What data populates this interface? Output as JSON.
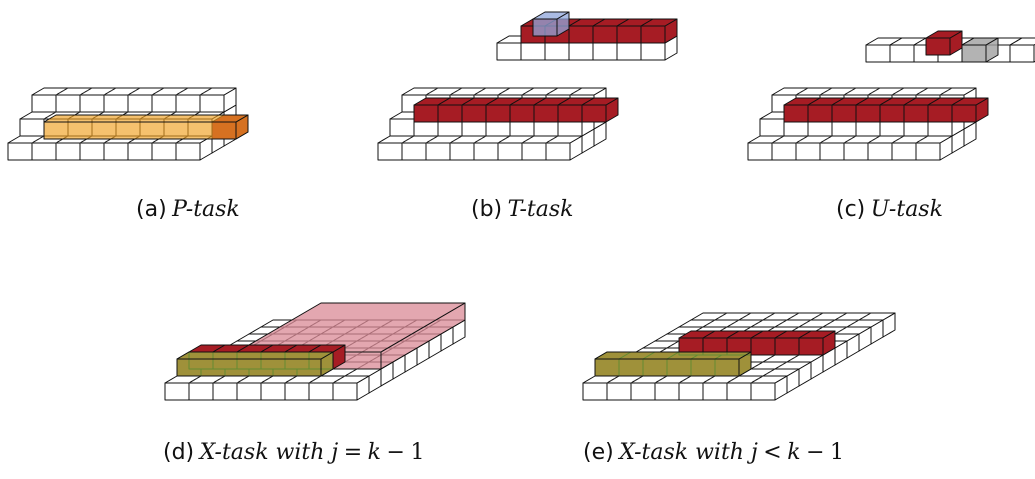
{
  "panels": [
    {
      "id": "a",
      "label": "(a)",
      "caption": [
        "P-task"
      ]
    },
    {
      "id": "b",
      "label": "(b)",
      "caption": [
        "T-task"
      ]
    },
    {
      "id": "c",
      "label": "(c)",
      "caption": [
        "U-task"
      ]
    },
    {
      "id": "d",
      "label": "(d)",
      "caption": [
        "X-task with j",
        "=",
        "k",
        "−",
        "1"
      ]
    },
    {
      "id": "e",
      "label": "(e)",
      "caption": [
        "X-task with j",
        "<",
        "k",
        "−",
        "1"
      ]
    }
  ],
  "colors": {
    "cube_edge": "#111111",
    "cube_fill": "#ffffff",
    "dark_red": "#a61c24",
    "light_red": "#d98a95",
    "orange_box": "#f0a020",
    "blue_cube": "#8fa6db",
    "gray_cube": "#a0a0a0",
    "green_box": "#9be04a"
  }
}
